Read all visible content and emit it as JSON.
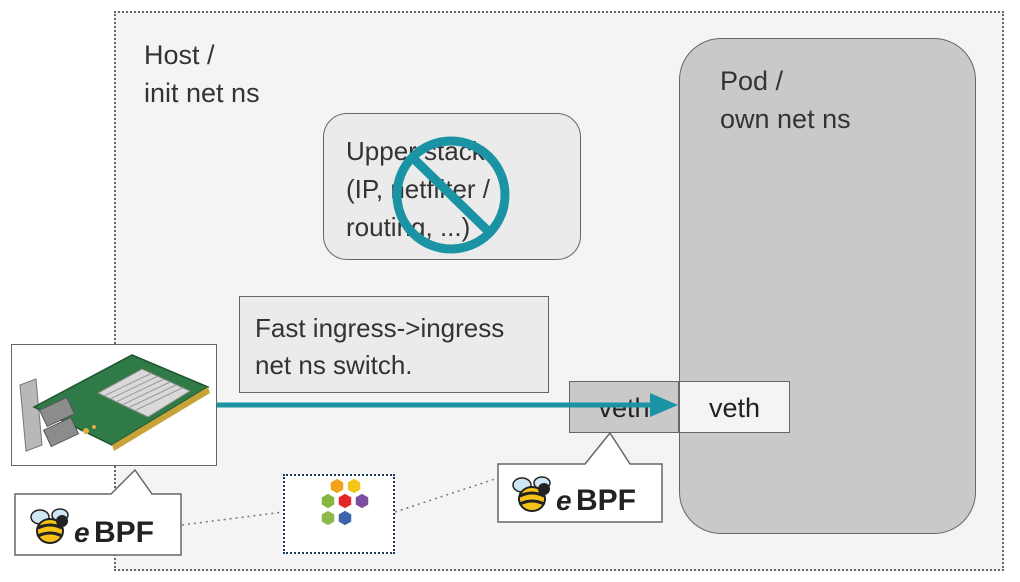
{
  "host": {
    "label": "Host /\ninit net ns"
  },
  "pod": {
    "label": "Pod /\nown net ns"
  },
  "upper_stack": {
    "text": "Upper stack\n(IP, netfilter /\nrouting, ...)"
  },
  "fast_switch": {
    "text": "Fast ingress->ingress\nnet ns switch."
  },
  "veth_host": {
    "label": "veth"
  },
  "veth_pod": {
    "label": "veth"
  },
  "ebpf_left": {
    "e": "e",
    "bpf": "BPF"
  },
  "ebpf_right": {
    "e": "e",
    "bpf": "BPF"
  },
  "colors": {
    "arrow": "#1a94a4",
    "forbidden": "#1a94a4",
    "hex_palette": [
      "#f3a21c",
      "#f4c618",
      "#86b63f",
      "#e3262b",
      "#7a4ea0",
      "#3f62ad",
      "#8ab84a"
    ]
  }
}
